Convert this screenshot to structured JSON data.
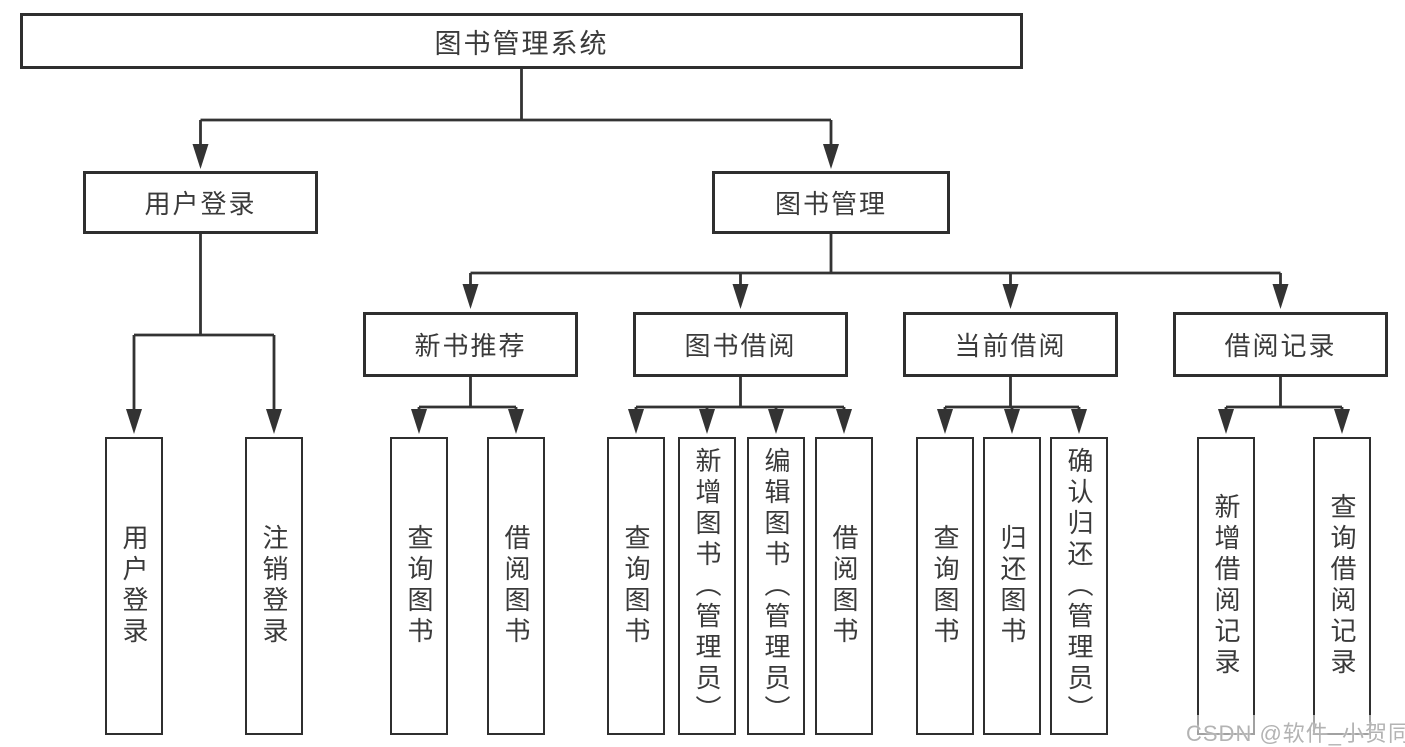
{
  "page": {
    "background": "#ffffff",
    "line_color": "#333333",
    "box_border_color": "#2f2f2f",
    "text_color": "#3a3a3a",
    "watermark_color": "#b3b3b3"
  },
  "watermark": {
    "text": "CSDN @软件_小贺同学"
  },
  "diagram": {
    "type": "hierarchy-tree",
    "title": "图书管理系统",
    "nodes": {
      "root": {
        "label": "图书管理系统",
        "children": [
          "user_login",
          "book_mgmt"
        ]
      },
      "user_login": {
        "label": "用户登录",
        "children": [
          "login",
          "logout"
        ]
      },
      "book_mgmt": {
        "label": "图书管理",
        "children": [
          "new_book_rec",
          "book_borrow",
          "current_borrow",
          "borrow_records"
        ]
      },
      "login": {
        "label": "用户登录"
      },
      "logout": {
        "label": "注销登录"
      },
      "new_book_rec": {
        "label": "新书推荐",
        "children": [
          "nb_query",
          "nb_borrow"
        ]
      },
      "book_borrow": {
        "label": "图书借阅",
        "children": [
          "bb_query",
          "bb_add",
          "bb_edit",
          "bb_borrow"
        ]
      },
      "current_borrow": {
        "label": "当前借阅",
        "children": [
          "cb_query",
          "cb_return",
          "cb_confirm"
        ]
      },
      "borrow_records": {
        "label": "借阅记录",
        "children": [
          "br_add",
          "br_query"
        ]
      },
      "nb_query": {
        "label": "查询图书"
      },
      "nb_borrow": {
        "label": "借阅图书"
      },
      "bb_query": {
        "label": "查询图书"
      },
      "bb_add": {
        "label": "新增图书（管理员）"
      },
      "bb_edit": {
        "label": "编辑图书（管理员）"
      },
      "bb_borrow": {
        "label": "借阅图书"
      },
      "cb_query": {
        "label": "查询图书"
      },
      "cb_return": {
        "label": "归还图书"
      },
      "cb_confirm": {
        "label": "确认归还（管理员）"
      },
      "br_add": {
        "label": "新增借阅记录"
      },
      "br_query": {
        "label": "查询借阅记录"
      }
    }
  }
}
